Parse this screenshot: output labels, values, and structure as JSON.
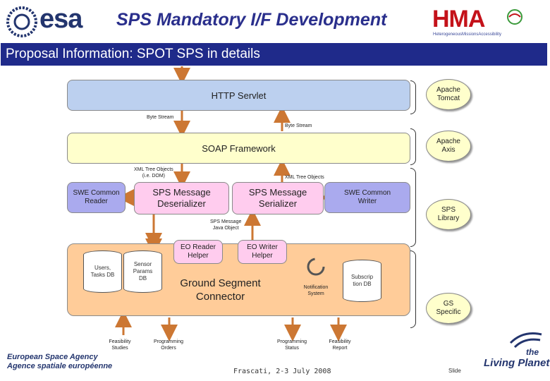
{
  "header": {
    "logo_left_text": "esa",
    "title": "SPS Mandatory I/F Development",
    "logo_right_text": "HMA",
    "logo_right_subtitle": "HeterogeneousMissionsAccessibility"
  },
  "slide_title": "Proposal Information:  SPOT SPS in details",
  "diagram": {
    "http_servlet": "HTTP Servlet",
    "soap_framework": "SOAP Framework",
    "byte_stream_left": "Byte Stream",
    "byte_stream_right": "Byte Stream",
    "xml_tree_left_1": "XML Tree Objects",
    "xml_tree_left_2": "(i.e. DOM)",
    "xml_tree_right": "XML Tree Objects",
    "swe_reader": "SWE Common Reader",
    "swe_writer": "SWE Common Writer",
    "deserializer": "SPS Message Deserializer",
    "serializer": "SPS Message Serializer",
    "java_object_1": "SPS Message",
    "java_object_2": "Java Object",
    "eo_reader": "EO Reader Helper",
    "eo_writer": "EO Writer Helper",
    "ground_segment_1": "Ground Segment",
    "ground_segment_2": "Connector",
    "db_users": "Users, Tasks DB",
    "db_sensor": "Sensor Params DB",
    "db_subscription": "Subscrip tion DB",
    "notification": "Notification System",
    "bottom_feasibility_studies": "Feasibility Studies",
    "bottom_programming_orders": "Programming Orders",
    "bottom_programming_status": "Programming Status",
    "bottom_feasibility_report": "Feasibility Report",
    "side_tomcat": "Apache Tomcat",
    "side_axis": "Apache Axis",
    "side_library": "SPS Library",
    "side_gs": "GS Specific"
  },
  "footer": {
    "agency_1": "European Space Agency",
    "agency_2": "Agence spatiale européenne",
    "location_date": "Frascati, 2-3 July 2008",
    "slide_label": "Slide",
    "living_planet_1": "the",
    "living_planet_2": "Living Planet"
  },
  "colors": {
    "banner": "#1f2a8a",
    "servlet": "#bcd0ef",
    "soap": "#ffffcc",
    "purple": "#aaaaee",
    "pink": "#ffccee",
    "ground_segment": "#ffcc99",
    "arrow": "#cc7733"
  }
}
